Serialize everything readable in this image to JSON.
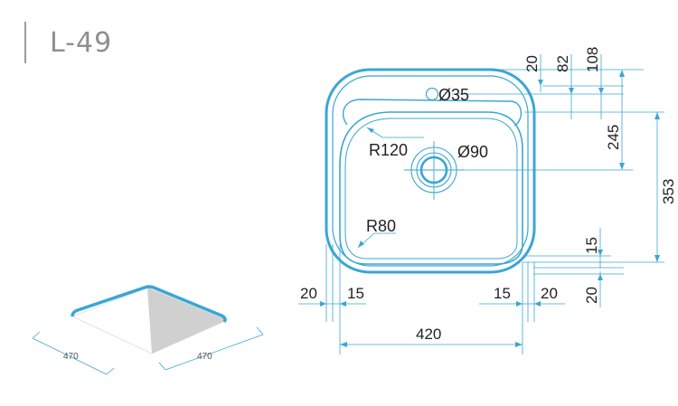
{
  "model": "L-49",
  "colors": {
    "outline": "#3aa6d4",
    "dimension": "#3aa6d4",
    "text": "#231f20",
    "title": "#8f8f8f",
    "small_text": "#555555"
  },
  "dimensions": {
    "tap_hole": "Ø35",
    "drain": "Ø90",
    "corner_radius_upper": "R120",
    "corner_radius_lower": "R80",
    "top_right": [
      "20",
      "82",
      "108"
    ],
    "right_245": "245",
    "right_353": "353",
    "right_15": "15",
    "right_20": "20",
    "bottom_left_20": "20",
    "bottom_left_15": "15",
    "bottom_right_15": "15",
    "bottom_right_20": "20",
    "bowl_width": "420"
  },
  "thumbnail": {
    "side_a": "470",
    "side_b": "470"
  }
}
